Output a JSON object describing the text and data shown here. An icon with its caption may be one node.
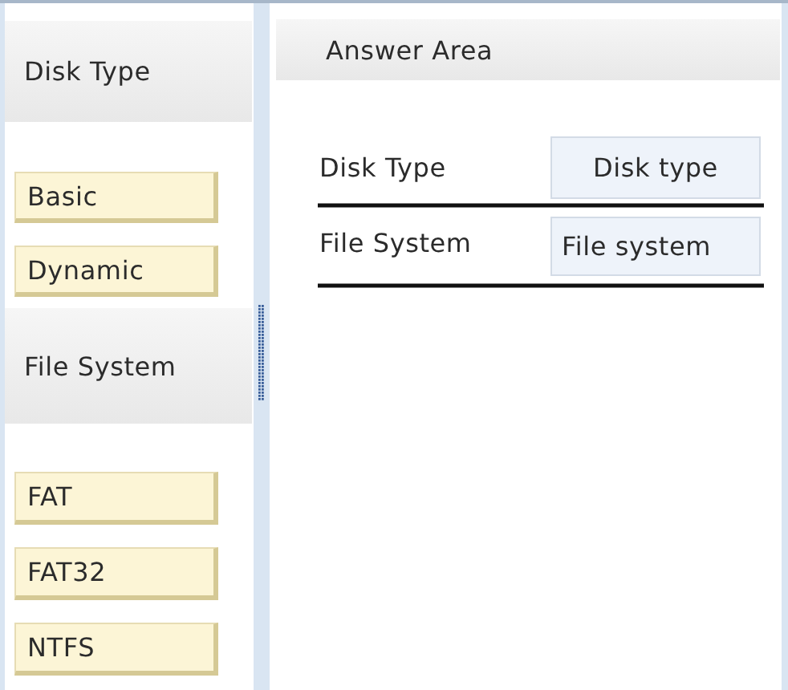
{
  "diagram": {
    "nodes": [
      {
        "text": [
          "Disk Type"
        ]
      },
      {
        "text": [
          "Basic"
        ]
      },
      {
        "text": [
          "Dynamic"
        ]
      },
      {
        "text": [
          "File System"
        ]
      },
      {
        "text": [
          "FAT"
        ]
      },
      {
        "text": [
          "FAT32"
        ]
      },
      {
        "text": [
          "NTFS"
        ]
      },
      {
        "text": [
          "Answer Area"
        ]
      },
      {
        "text": [
          "Disk type"
        ],
        "in": 7
      },
      {
        "text": [
          "File system"
        ],
        "in": 7
      }
    ],
    "labels": [
      "Disk Type",
      "File System"
    ]
  }
}
